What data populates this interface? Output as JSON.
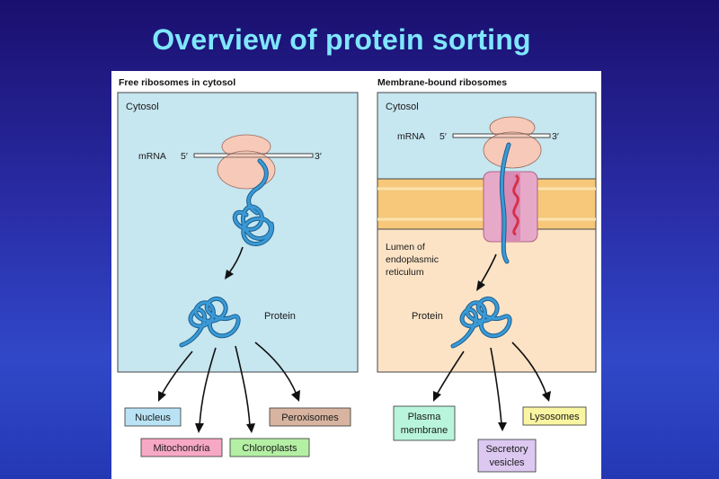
{
  "slide": {
    "title": "Overview of protein sorting"
  },
  "left_panel": {
    "heading": "Free ribosomes in cytosol",
    "region_label": "Cytosol",
    "mrna_label": "mRNA",
    "five_prime": "5′",
    "three_prime": "3′",
    "protein_label": "Protein",
    "destinations": [
      {
        "label": "Nucleus",
        "color": "#b9e3f5"
      },
      {
        "label": "Mitochondria",
        "color": "#f7a8c4"
      },
      {
        "label": "Chloroplasts",
        "color": "#b4f0a4"
      },
      {
        "label": "Peroxisomes",
        "color": "#d8b4a0"
      }
    ]
  },
  "right_panel": {
    "heading": "Membrane-bound ribosomes",
    "region_label": "Cytosol",
    "mrna_label": "mRNA",
    "five_prime": "5′",
    "three_prime": "3′",
    "lumen_label": [
      "Lumen of",
      "endoplasmic",
      "reticulum"
    ],
    "protein_label": "Protein",
    "destinations": [
      {
        "label": [
          "Plasma",
          "membrane"
        ],
        "color": "#b9f5dc"
      },
      {
        "label": [
          "Secretory",
          "vesicles"
        ],
        "color": "#dcc8f0"
      },
      {
        "label": "Lysosomes",
        "color": "#faf5a0"
      }
    ]
  },
  "colors": {
    "cytosol": "#c6e6f0",
    "lumen": "#fce3c6",
    "membrane": "#f7c87a",
    "ribosome": "#f7c9b8",
    "protein": "#3a9ad6",
    "translocon": "#e7a9c8",
    "signal": "#d8304a"
  }
}
